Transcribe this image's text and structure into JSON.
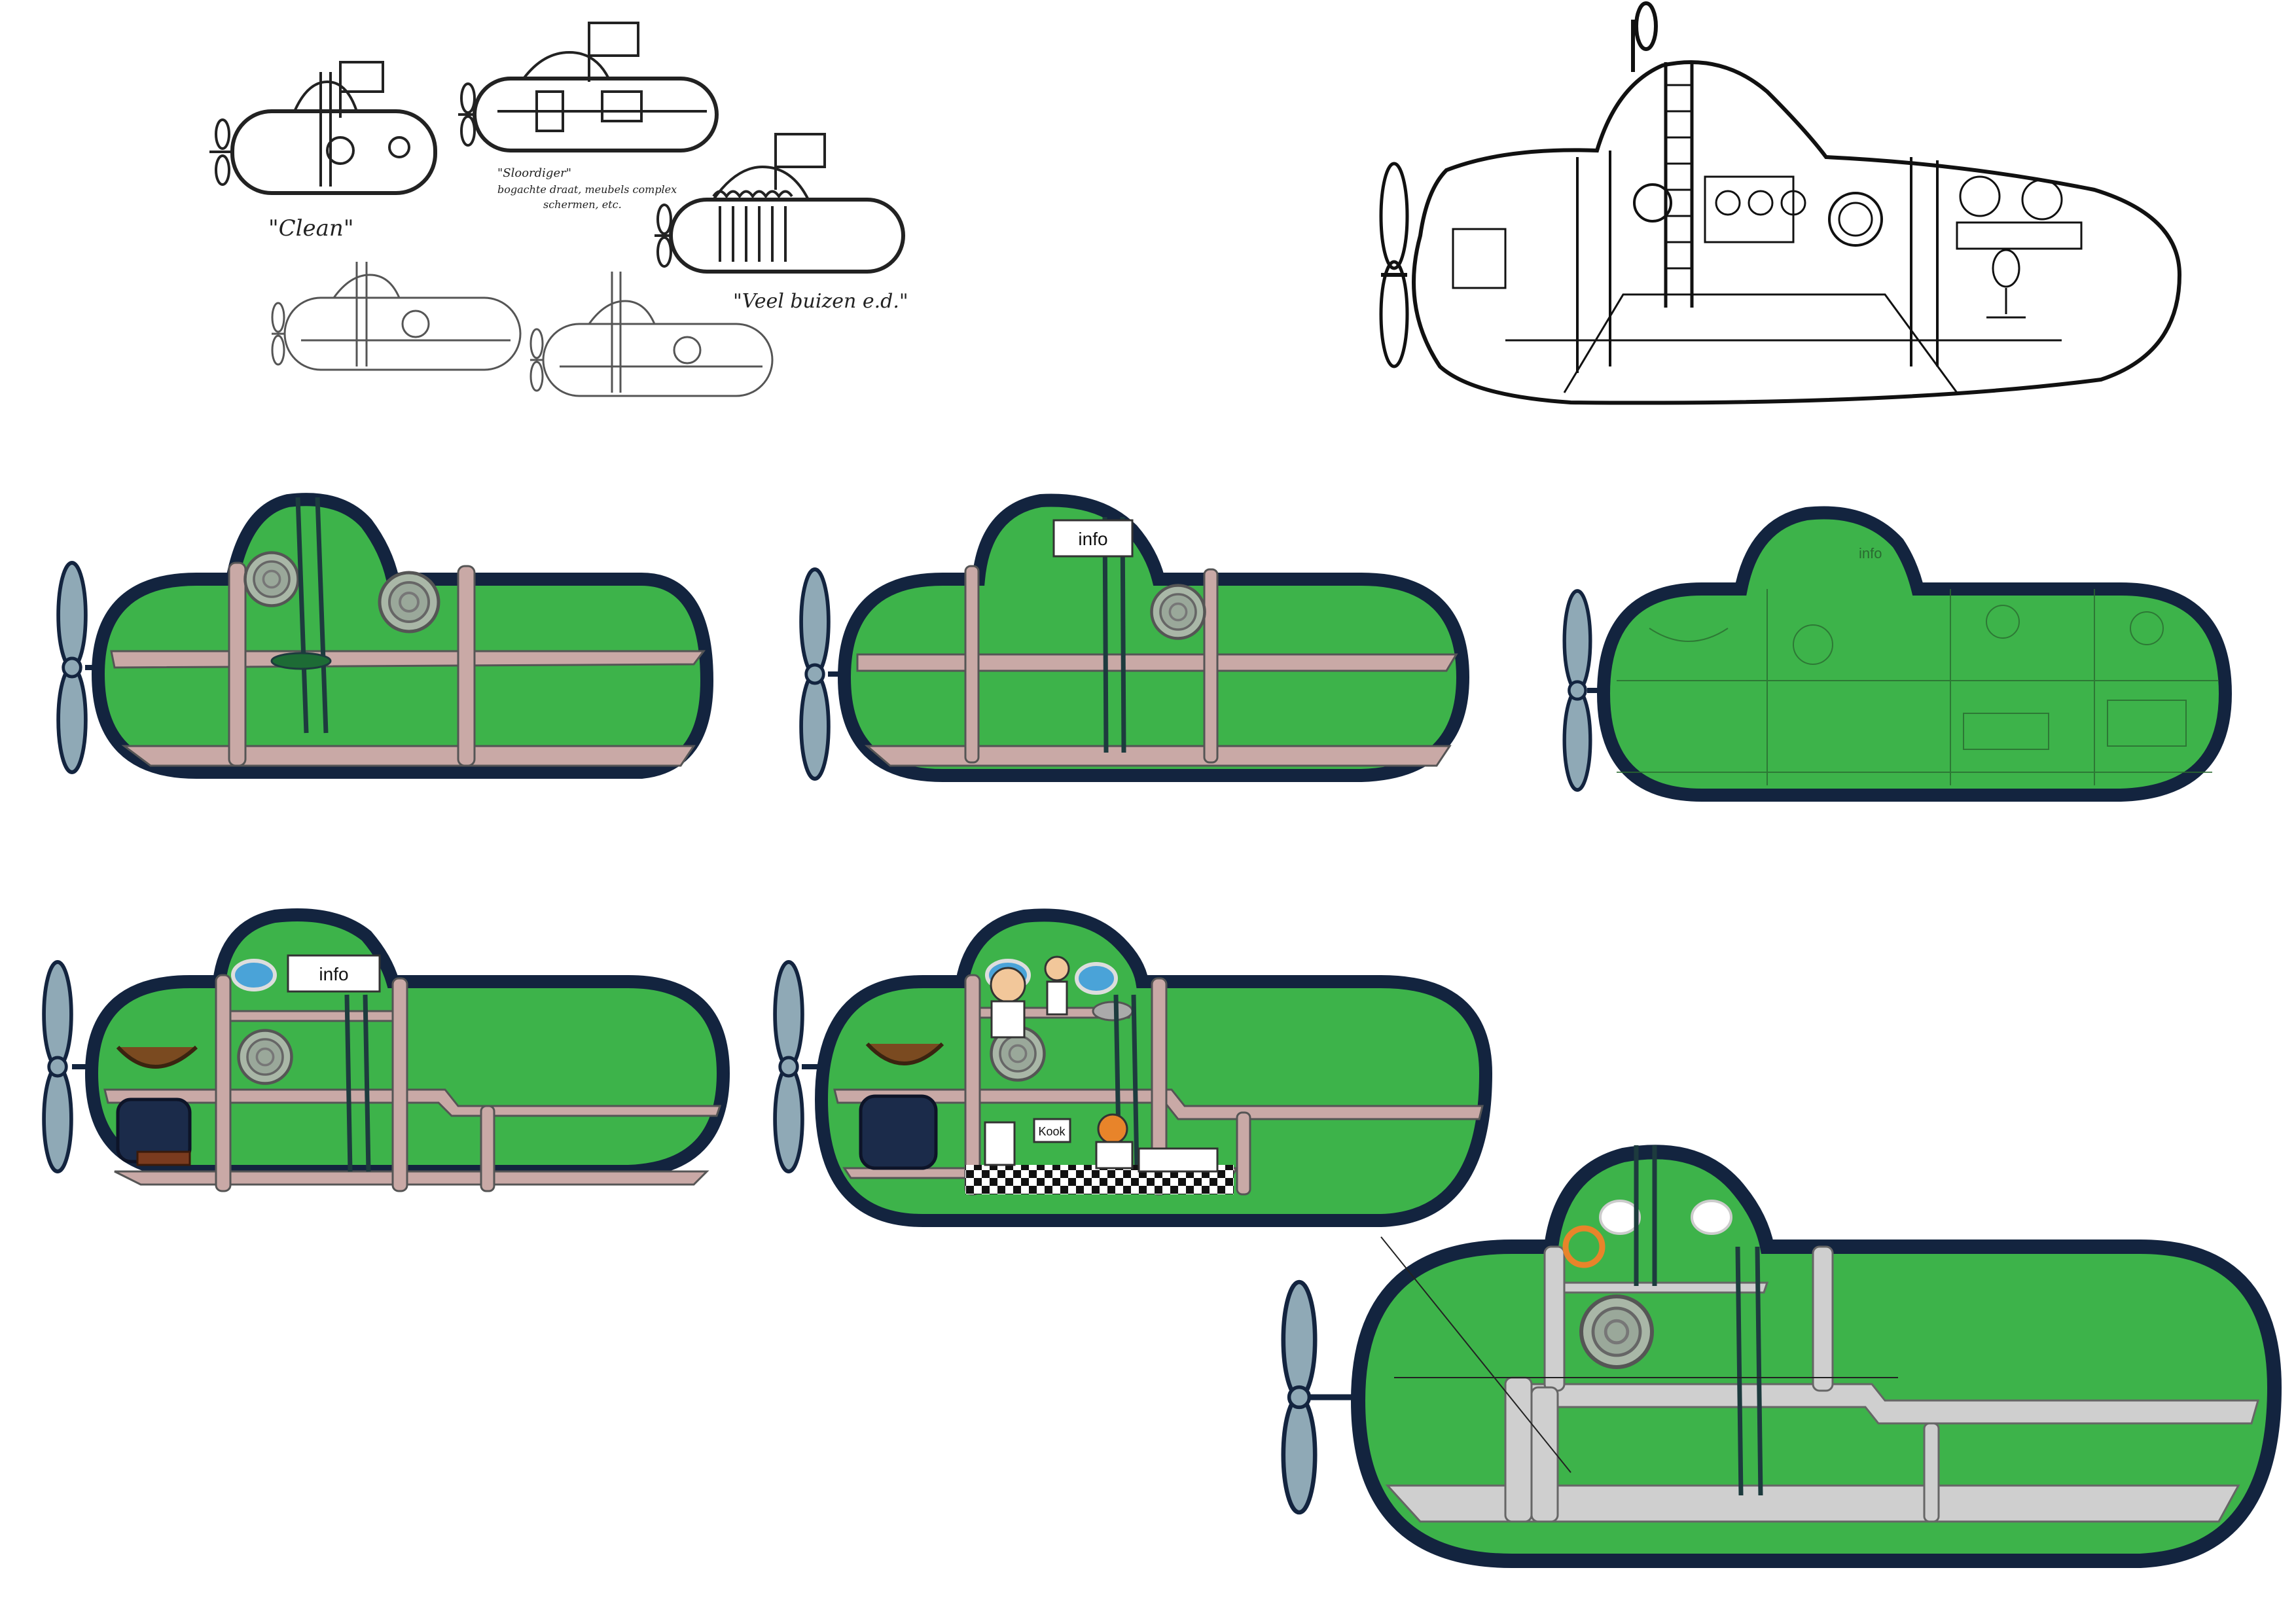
{
  "sketch_notes": {
    "clean": "\"Clean\"",
    "sloordiger": "\"Sloordiger\"",
    "sloordiger_sub": "bogachte draat, meubels complex",
    "sloordiger_sub2": "schermen, etc.",
    "veel_buizen": "\"Veel buizen e.d.\""
  },
  "sign_label": "info",
  "kitchen_sign": "Kook",
  "colors": {
    "hull_fill": "#3db34a",
    "hull_outline": "#13243f",
    "floor": "#c9a9a6",
    "floor_grey": "#cfcfcf",
    "propeller": "#8fa9b6",
    "ladder": "#1d3b3e"
  }
}
